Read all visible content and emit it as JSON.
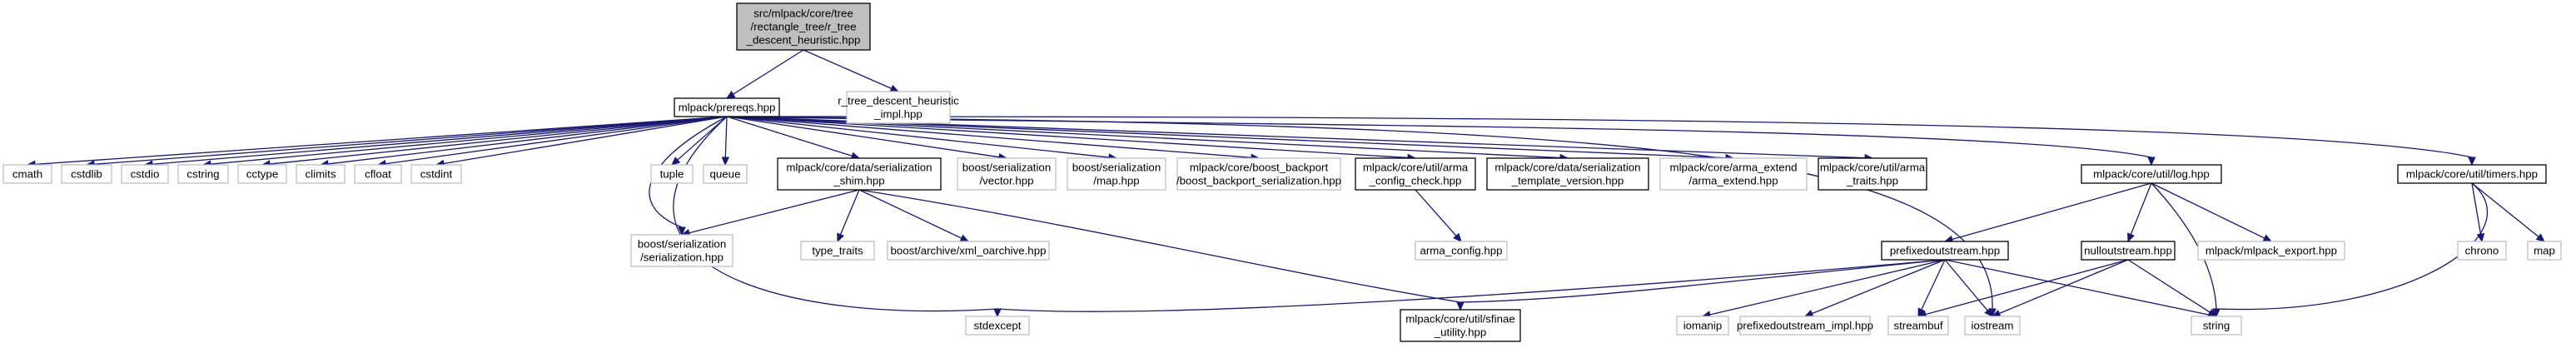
{
  "graph": {
    "type": "include-dependency-graph",
    "nodes": [
      {
        "id": "root",
        "lines": [
          "src/mlpack/core/tree",
          "/rectangle_tree/r_tree",
          "_descent_heuristic.hpp"
        ],
        "style": "root"
      },
      {
        "id": "prereqs",
        "lines": [
          "mlpack/prereqs.hpp"
        ],
        "style": "black"
      },
      {
        "id": "rtree_impl",
        "lines": [
          "r_tree_descent_heuristic",
          "_impl.hpp"
        ],
        "style": "gray"
      },
      {
        "id": "cmath",
        "lines": [
          "cmath"
        ],
        "style": "gray"
      },
      {
        "id": "cstdlib",
        "lines": [
          "cstdlib"
        ],
        "style": "gray"
      },
      {
        "id": "cstdio",
        "lines": [
          "cstdio"
        ],
        "style": "gray"
      },
      {
        "id": "cstring",
        "lines": [
          "cstring"
        ],
        "style": "gray"
      },
      {
        "id": "cctype",
        "lines": [
          "cctype"
        ],
        "style": "gray"
      },
      {
        "id": "climits",
        "lines": [
          "climits"
        ],
        "style": "gray"
      },
      {
        "id": "cfloat",
        "lines": [
          "cfloat"
        ],
        "style": "gray"
      },
      {
        "id": "cstdint",
        "lines": [
          "cstdint"
        ],
        "style": "gray"
      },
      {
        "id": "tuple",
        "lines": [
          "tuple"
        ],
        "style": "gray"
      },
      {
        "id": "queue",
        "lines": [
          "queue"
        ],
        "style": "gray"
      },
      {
        "id": "shim",
        "lines": [
          "mlpack/core/data/serialization",
          "_shim.hpp"
        ],
        "style": "black"
      },
      {
        "id": "bvector",
        "lines": [
          "boost/serialization",
          "/vector.hpp"
        ],
        "style": "gray"
      },
      {
        "id": "bmap",
        "lines": [
          "boost/serialization",
          "/map.hpp"
        ],
        "style": "gray"
      },
      {
        "id": "backport",
        "lines": [
          "mlpack/core/boost_backport",
          "/boost_backport_serialization.hpp"
        ],
        "style": "gray"
      },
      {
        "id": "armacfg",
        "lines": [
          "mlpack/core/util/arma",
          "_config_check.hpp"
        ],
        "style": "black"
      },
      {
        "id": "sertmpl",
        "lines": [
          "mlpack/core/data/serialization",
          "_template_version.hpp"
        ],
        "style": "black"
      },
      {
        "id": "armaext",
        "lines": [
          "mlpack/core/arma_extend",
          "/arma_extend.hpp"
        ],
        "style": "gray"
      },
      {
        "id": "armatraits",
        "lines": [
          "mlpack/core/util/arma",
          "_traits.hpp"
        ],
        "style": "black"
      },
      {
        "id": "log",
        "lines": [
          "mlpack/core/util/log.hpp"
        ],
        "style": "black"
      },
      {
        "id": "timers",
        "lines": [
          "mlpack/core/util/timers.hpp"
        ],
        "style": "black"
      },
      {
        "id": "bserial",
        "lines": [
          "boost/serialization",
          "/serialization.hpp"
        ],
        "style": "gray"
      },
      {
        "id": "typetraits",
        "lines": [
          "type_traits"
        ],
        "style": "gray"
      },
      {
        "id": "xmloarch",
        "lines": [
          "boost/archive/xml_oarchive.hpp"
        ],
        "style": "gray"
      },
      {
        "id": "armaconfig",
        "lines": [
          "arma_config.hpp"
        ],
        "style": "gray"
      },
      {
        "id": "prefixed",
        "lines": [
          "prefixedoutstream.hpp"
        ],
        "style": "black"
      },
      {
        "id": "nullout",
        "lines": [
          "nulloutstream.hpp"
        ],
        "style": "black"
      },
      {
        "id": "mlexport",
        "lines": [
          "mlpack/mlpack_export.hpp"
        ],
        "style": "gray"
      },
      {
        "id": "chrono",
        "lines": [
          "chrono"
        ],
        "style": "gray"
      },
      {
        "id": "map",
        "lines": [
          "map"
        ],
        "style": "gray"
      },
      {
        "id": "stdexcept",
        "lines": [
          "stdexcept"
        ],
        "style": "gray"
      },
      {
        "id": "sfinae",
        "lines": [
          "mlpack/core/util/sfinae",
          "_utility.hpp"
        ],
        "style": "black"
      },
      {
        "id": "iomanip",
        "lines": [
          "iomanip"
        ],
        "style": "gray"
      },
      {
        "id": "prefimpl",
        "lines": [
          "prefixedoutstream_impl.hpp"
        ],
        "style": "gray"
      },
      {
        "id": "streambuf",
        "lines": [
          "streambuf"
        ],
        "style": "gray"
      },
      {
        "id": "iostream",
        "lines": [
          "iostream"
        ],
        "style": "gray"
      },
      {
        "id": "string",
        "lines": [
          "string"
        ],
        "style": "gray"
      }
    ],
    "edges": [
      [
        "root",
        "prereqs"
      ],
      [
        "root",
        "rtree_impl"
      ],
      [
        "prereqs",
        "cmath"
      ],
      [
        "prereqs",
        "cstdlib"
      ],
      [
        "prereqs",
        "cstdio"
      ],
      [
        "prereqs",
        "cstring"
      ],
      [
        "prereqs",
        "cctype"
      ],
      [
        "prereqs",
        "climits"
      ],
      [
        "prereqs",
        "cfloat"
      ],
      [
        "prereqs",
        "cstdint"
      ],
      [
        "prereqs",
        "tuple"
      ],
      [
        "prereqs",
        "queue"
      ],
      [
        "prereqs",
        "shim"
      ],
      [
        "prereqs",
        "bvector"
      ],
      [
        "prereqs",
        "bmap"
      ],
      [
        "prereqs",
        "backport"
      ],
      [
        "prereqs",
        "armacfg"
      ],
      [
        "prereqs",
        "sertmpl"
      ],
      [
        "prereqs",
        "armaext"
      ],
      [
        "prereqs",
        "armatraits"
      ],
      [
        "prereqs",
        "log"
      ],
      [
        "prereqs",
        "timers"
      ],
      [
        "prereqs",
        "bserial"
      ],
      [
        "prereqs",
        "stdexcept"
      ],
      [
        "prereqs",
        "iostream"
      ],
      [
        "shim",
        "bserial"
      ],
      [
        "shim",
        "typetraits"
      ],
      [
        "shim",
        "xmloarch"
      ],
      [
        "shim",
        "sfinae"
      ],
      [
        "armacfg",
        "armaconfig"
      ],
      [
        "log",
        "prefixed"
      ],
      [
        "log",
        "nullout"
      ],
      [
        "log",
        "mlexport"
      ],
      [
        "log",
        "string"
      ],
      [
        "timers",
        "chrono"
      ],
      [
        "timers",
        "map"
      ],
      [
        "timers",
        "string"
      ],
      [
        "prefixed",
        "stdexcept"
      ],
      [
        "prefixed",
        "sfinae"
      ],
      [
        "prefixed",
        "iomanip"
      ],
      [
        "prefixed",
        "prefimpl"
      ],
      [
        "prefixed",
        "streambuf"
      ],
      [
        "prefixed",
        "iostream"
      ],
      [
        "prefixed",
        "string"
      ],
      [
        "nullout",
        "streambuf"
      ],
      [
        "nullout",
        "iostream"
      ],
      [
        "nullout",
        "string"
      ]
    ]
  }
}
